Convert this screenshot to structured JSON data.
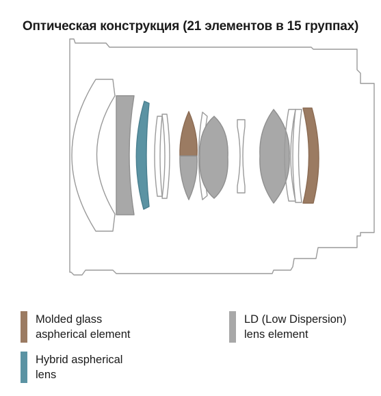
{
  "title": "Оптическая конструкция (21 элементов в 15 группах)",
  "colors": {
    "molded_glass": "#9b7b62",
    "hybrid": "#5b93a3",
    "ld": "#a8a8a8",
    "outline": "#9a9a9a"
  },
  "legend": [
    {
      "key": "molded",
      "label": "Molded glass\naspherical element",
      "color": "#9b7b62"
    },
    {
      "key": "ld",
      "label": "LD (Low Dispersion)\nlens element",
      "color": "#a8a8a8"
    },
    {
      "key": "hybrid",
      "label": "Hybrid aspherical\nlens",
      "color": "#5b93a3"
    }
  ]
}
